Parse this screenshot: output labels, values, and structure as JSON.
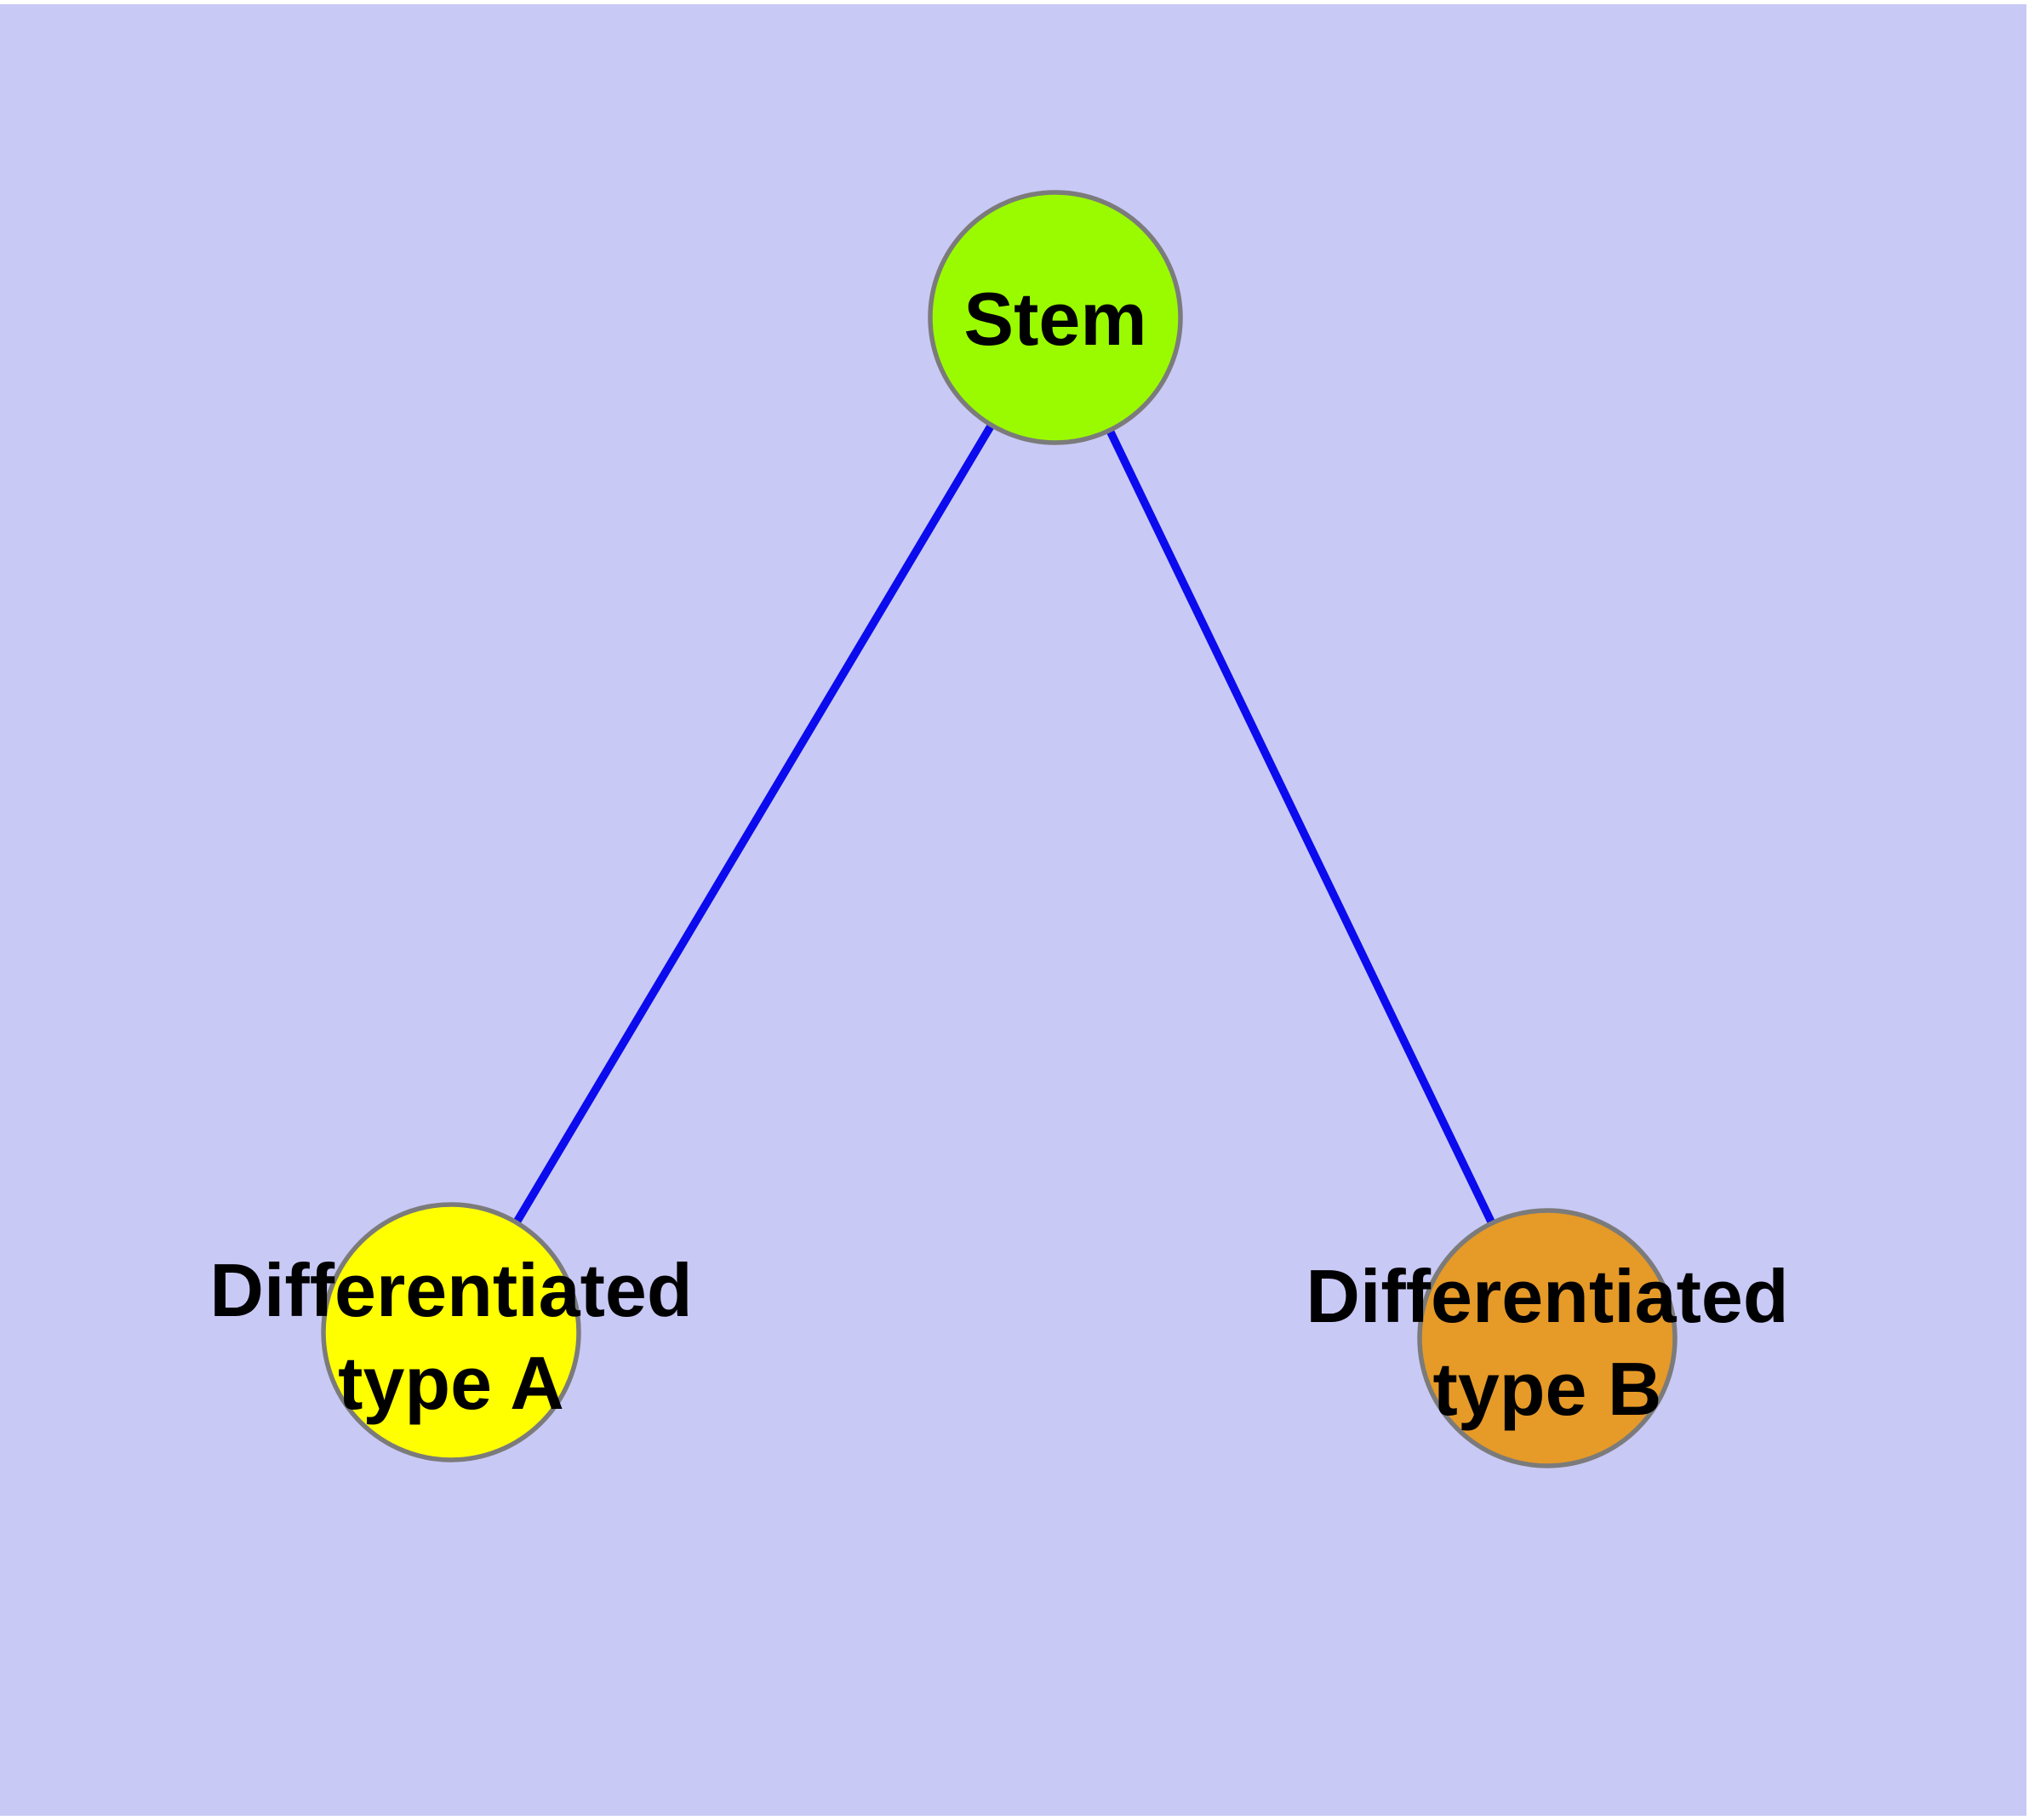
{
  "canvas": {
    "background_color": "#c9c9f6",
    "margin_color": "#ffffff"
  },
  "graph": {
    "edge_color": "#0b0bee",
    "node_border_color": "#7b7b7b",
    "label_color": "#000000",
    "nodes": [
      {
        "id": "stem",
        "fill": "#9afb00",
        "label_lines": [
          "Stem"
        ]
      },
      {
        "id": "differentiated-type-a",
        "fill": "#ffff00",
        "label_lines": [
          "Differentiated",
          "type A"
        ]
      },
      {
        "id": "differentiated-type-b",
        "fill": "#e69a28",
        "label_lines": [
          "Differentiated",
          "type B"
        ]
      }
    ],
    "edges": [
      {
        "from": "stem",
        "to": "differentiated-type-a"
      },
      {
        "from": "stem",
        "to": "differentiated-type-b"
      }
    ]
  }
}
